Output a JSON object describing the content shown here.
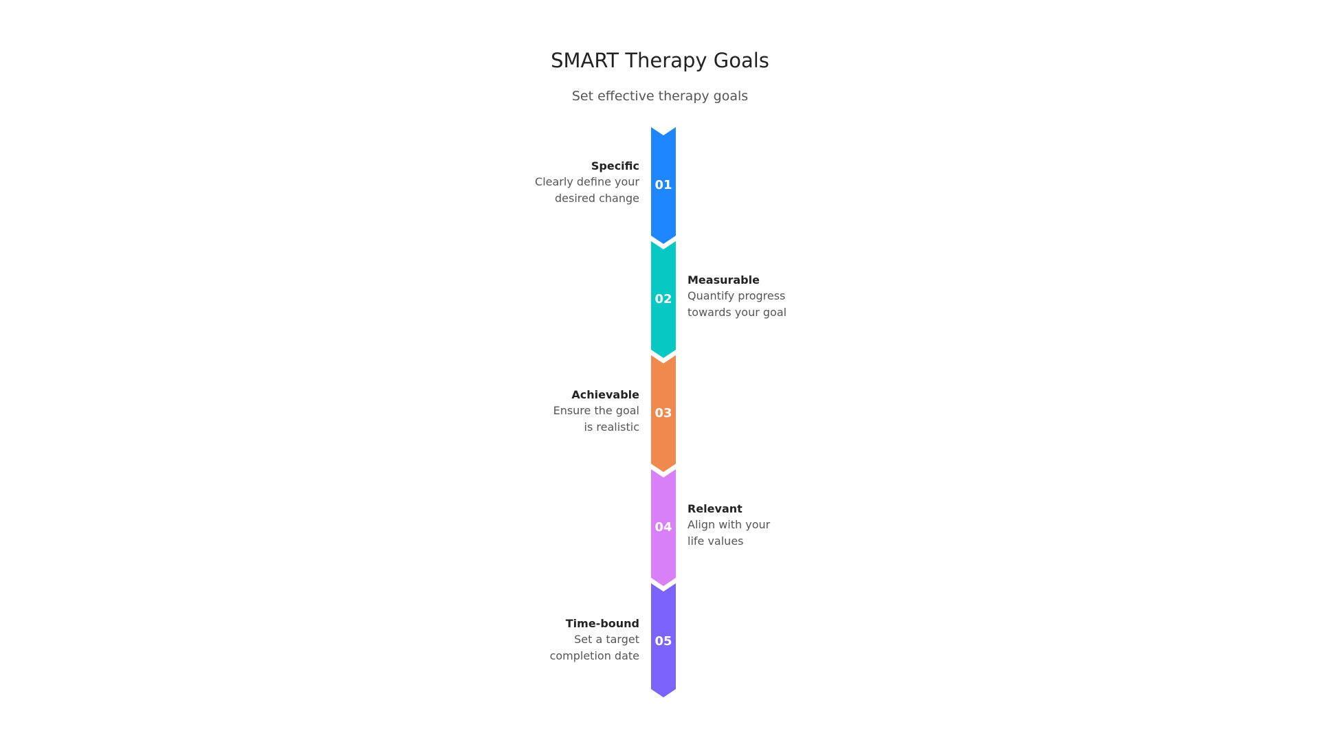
{
  "title": "SMART Therapy Goals",
  "subtitle": "Set effective therapy goals",
  "steps": [
    {
      "number": "01",
      "title": "Specific",
      "desc": "Clearly define your\ndesired change",
      "color": "#1e87ff",
      "side": "left"
    },
    {
      "number": "02",
      "title": "Measurable",
      "desc": "Quantify progress\ntowards your goal",
      "color": "#08c8c4",
      "side": "right"
    },
    {
      "number": "03",
      "title": "Achievable",
      "desc": "Ensure the goal\nis realistic",
      "color": "#f0894e",
      "side": "left"
    },
    {
      "number": "04",
      "title": "Relevant",
      "desc": "Align with your\nlife values",
      "color": "#d97ff7",
      "side": "right"
    },
    {
      "number": "05",
      "title": "Time-bound",
      "desc": "Set a target\ncompletion date",
      "color": "#7b63fb",
      "side": "left"
    }
  ]
}
